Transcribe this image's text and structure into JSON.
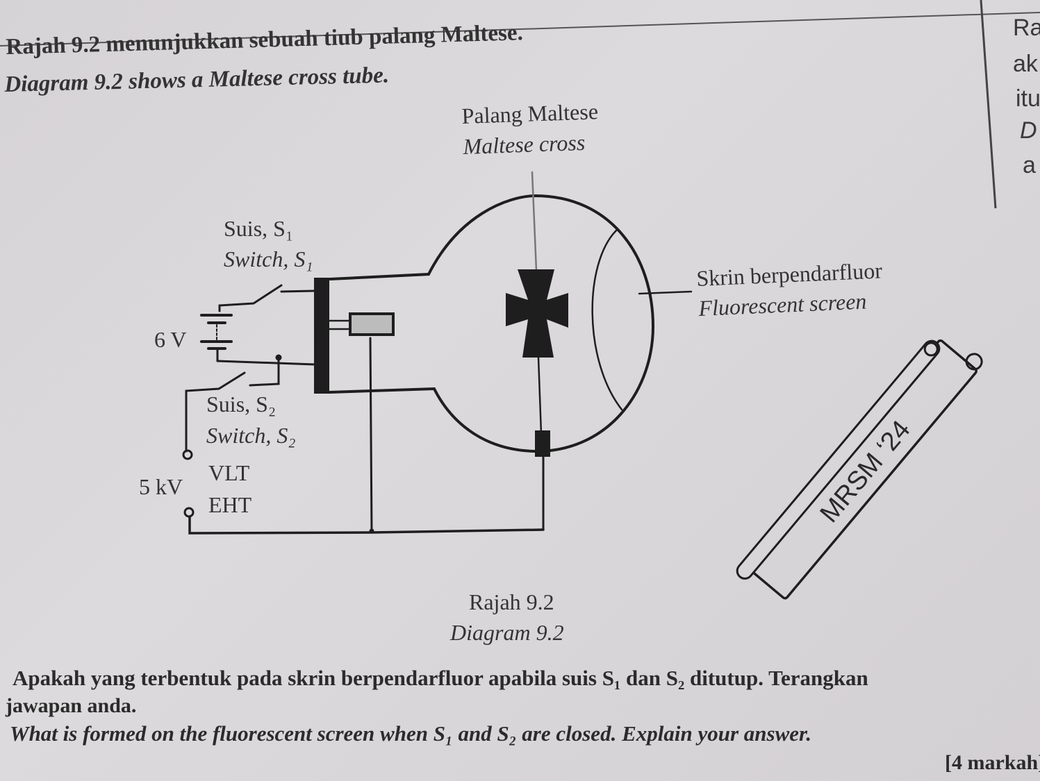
{
  "intro": {
    "malay": "Rajah 9.2 menunjukkan sebuah tiub palang Maltese.",
    "english": "Diagram 9.2 shows a Maltese cross tube."
  },
  "side_column_fragments": [
    "Ra",
    "ak",
    "itu",
    "D",
    "a"
  ],
  "diagram": {
    "maltese_cross_label_ms": "Palang Maltese",
    "maltese_cross_label_en": "Maltese cross",
    "switch1_label_ms": "Suis, S₁",
    "switch1_label_en": "Switch, S₁",
    "battery_label": "6 V",
    "switch2_label_ms": "Suis, S₂",
    "switch2_label_en": "Switch, S₂",
    "supply_voltage": "5 kV",
    "supply_label_ms": "VLT",
    "supply_label_en": "EHT",
    "screen_label_ms": "Skrin berpendarfluor",
    "screen_label_en": "Fluorescent screen",
    "caption_ms": "Rajah 9.2",
    "caption_en": "Diagram 9.2"
  },
  "stamp": {
    "text": "MRSM ‘24"
  },
  "question": {
    "malay_line1": "Apakah yang terbentuk pada skrin berpendarfluor apabila suis S₁ dan S₂ ditutup. Terangkan",
    "malay_line2": "jawapan anda.",
    "english": "What is formed on the fluorescent screen when S₁ and S₂ are closed. Explain your answer.",
    "marks": "[4 markah]"
  }
}
